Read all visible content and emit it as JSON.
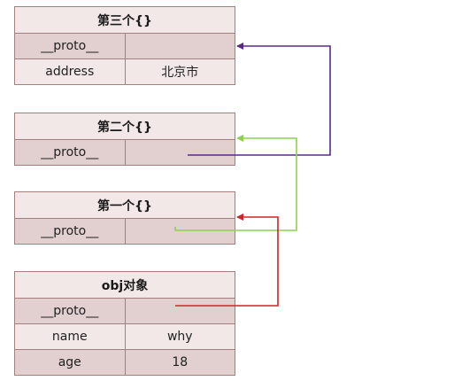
{
  "objects": {
    "third": {
      "title": "第三个{}",
      "proto_label": "__proto__",
      "proto_value": "",
      "rows": [
        {
          "key": "address",
          "value": "北京市"
        }
      ]
    },
    "second": {
      "title": "第二个{}",
      "proto_label": "__proto__",
      "proto_value": ""
    },
    "first": {
      "title": "第一个{}",
      "proto_label": "__proto__",
      "proto_value": ""
    },
    "obj": {
      "title": "obj对象",
      "proto_label": "__proto__",
      "proto_value": "",
      "rows": [
        {
          "key": "name",
          "value": "why"
        },
        {
          "key": "age",
          "value": "18"
        }
      ]
    }
  },
  "colors": {
    "table_border": "#a37f7f",
    "title_fill": "#f2e8e7",
    "proto_fill": "#e2cfcf",
    "link_obj_to_first": "#d0232a",
    "link_first_to_second": "#8fd14f",
    "link_second_to_third": "#5b2a86"
  }
}
